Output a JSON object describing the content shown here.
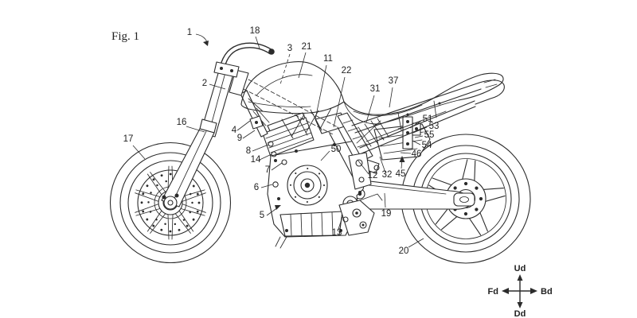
{
  "figure": {
    "caption": "Fig. 1",
    "labels": {
      "r1": "1",
      "r2": "2",
      "r3": "3",
      "r4": "4",
      "r5": "5",
      "r6": "6",
      "r7": "7",
      "r8": "8",
      "r9": "9",
      "r11": "11",
      "r12": "12",
      "r13": "13",
      "r14": "14",
      "r16": "16",
      "r17": "17",
      "r18": "18",
      "r19": "19",
      "r20": "20",
      "r21": "21",
      "r22": "22",
      "r31": "31",
      "r32": "32",
      "r37": "37",
      "r45": "45",
      "r46": "46",
      "r50": "50",
      "r51": "51",
      "r53": "53",
      "r54": "54",
      "r55": "55"
    },
    "compass": {
      "up": "Ud",
      "down": "Dd",
      "front": "Fd",
      "back": "Bd"
    },
    "colors": {
      "ink": "#2b2b2b",
      "background": "#ffffff"
    }
  }
}
